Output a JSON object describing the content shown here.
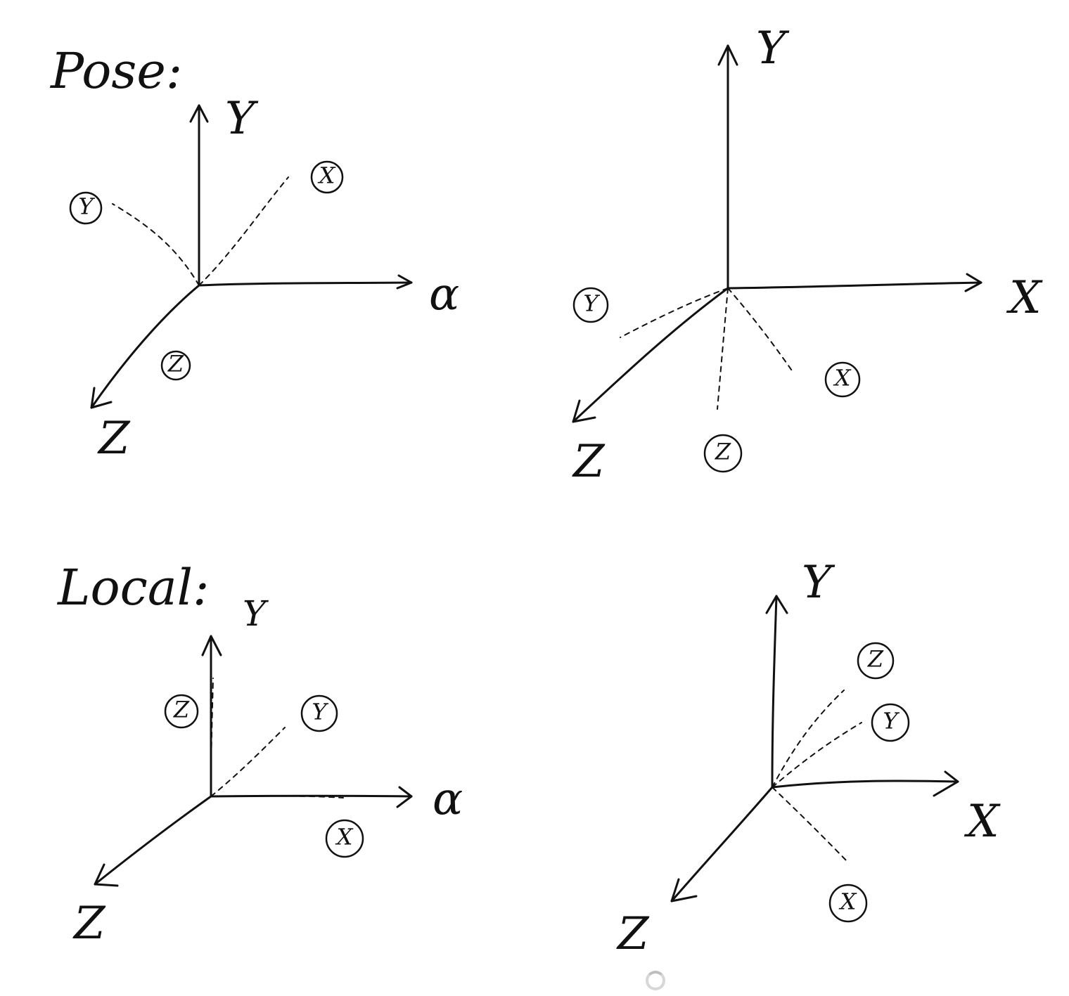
{
  "section_titles": {
    "pose": "Pose:",
    "local": "Local:"
  },
  "diagrams": {
    "pose_left": {
      "y": "Y",
      "x": "α",
      "z": "Z",
      "dashed": [
        "Y",
        "X",
        "Z"
      ]
    },
    "pose_right": {
      "y": "Y",
      "x": "X",
      "z": "Z",
      "dashed": [
        "Y",
        "X",
        "Z"
      ]
    },
    "local_left": {
      "y": "Y",
      "x": "α",
      "z": "Z",
      "dashed": [
        "Z",
        "Y",
        "X"
      ]
    },
    "local_right": {
      "y": "Y",
      "x": "X",
      "z": "Z",
      "dashed": [
        "Z",
        "Y",
        "X"
      ]
    }
  }
}
